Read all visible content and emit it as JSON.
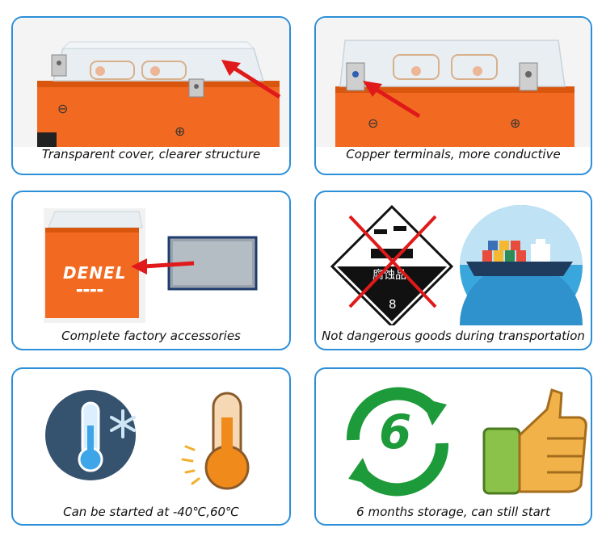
{
  "colors": {
    "border": "#2c8fd8",
    "battery_orange": "#f26a21",
    "arrow_red": "#e0191a",
    "ring_green": "#1d9a3a",
    "sea_blue": "#3aa7dc"
  },
  "panels": [
    {
      "caption": "Transparent cover, clearer structure"
    },
    {
      "caption": "Copper terminals, more conductive"
    },
    {
      "caption": "Complete factory accessories"
    },
    {
      "caption": "Not dangerous goods during transportation"
    },
    {
      "caption": "Can be started at -40℃,60℃"
    },
    {
      "caption": "6 months storage, can still start"
    }
  ],
  "battery": {
    "brand": "DENEL"
  },
  "hazard": {
    "chars": "腐蚀品",
    "class_number": "8"
  },
  "storage_ring": {
    "number": "6"
  },
  "icons": {
    "p1": [
      "battery-top-image",
      "red-arrow-icon"
    ],
    "p2": [
      "battery-top-image",
      "red-arrow-icon"
    ],
    "p3": [
      "battery-image",
      "red-arrow-icon",
      "accessory-pad-image"
    ],
    "p4": [
      "corrosive-hazard-icon",
      "red-cross-icon",
      "cargo-ship-icon"
    ],
    "p5": [
      "cold-thermometer-icon",
      "snowflake-icon",
      "hot-thermometer-icon"
    ],
    "p6": [
      "recycle-arrows-icon",
      "thumbs-up-icon"
    ]
  }
}
